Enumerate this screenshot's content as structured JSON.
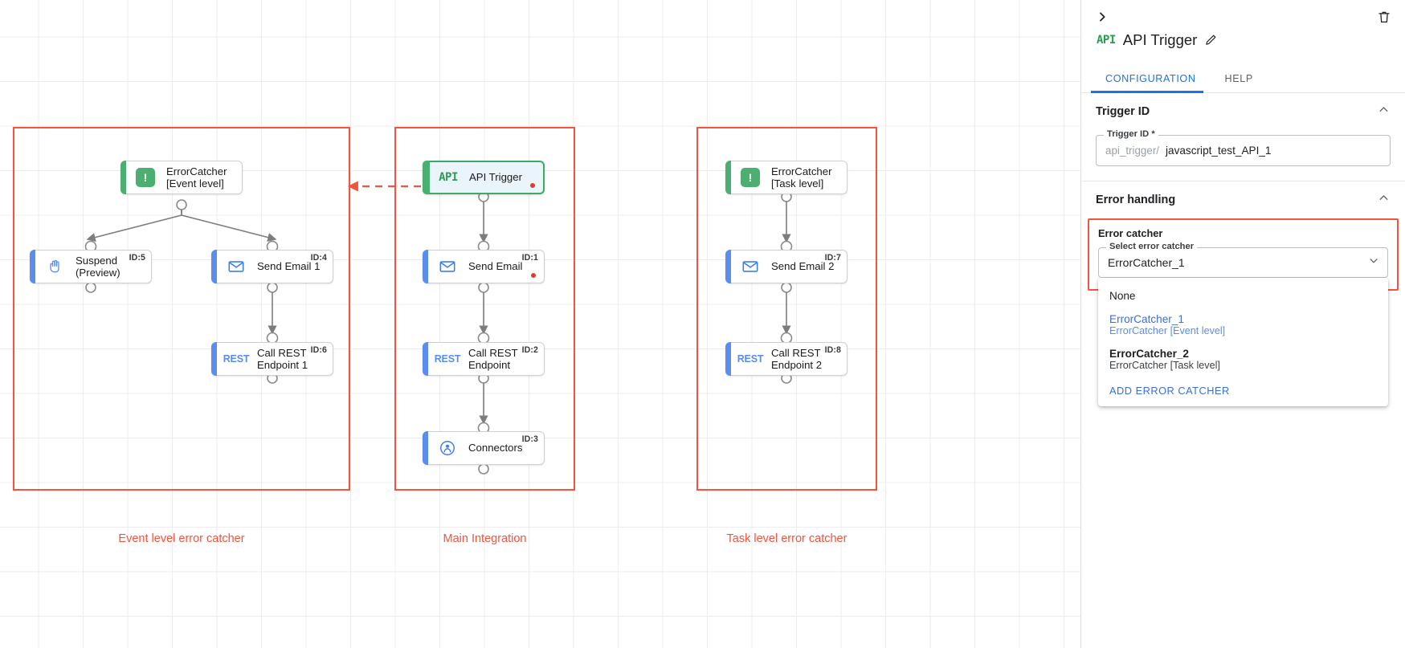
{
  "canvas": {
    "groups": [
      {
        "label": "Event level error catcher"
      },
      {
        "label": "Main Integration"
      },
      {
        "label": "Task level error catcher"
      }
    ],
    "nodes": [
      {
        "label": "ErrorCatcher\n[Event level]",
        "id": "",
        "icon": "error-catcher-icon"
      },
      {
        "label": "Suspend\n(Preview)",
        "id": "ID:5",
        "icon": "hand-icon"
      },
      {
        "label": "Send Email 1",
        "id": "ID:4",
        "icon": "envelope-icon"
      },
      {
        "label": "Call REST\nEndpoint 1",
        "id": "ID:6",
        "icon": "rest-icon"
      },
      {
        "label": "API Trigger",
        "id": "",
        "icon": "api-icon"
      },
      {
        "label": "Send Email",
        "id": "ID:1",
        "icon": "envelope-icon"
      },
      {
        "label": "Call REST\nEndpoint",
        "id": "ID:2",
        "icon": "rest-icon"
      },
      {
        "label": "Connectors",
        "id": "ID:3",
        "icon": "connectors-icon"
      },
      {
        "label": "ErrorCatcher\n[Task level]",
        "id": "",
        "icon": "error-catcher-icon"
      },
      {
        "label": "Send Email 2",
        "id": "ID:7",
        "icon": "envelope-icon"
      },
      {
        "label": "Call REST\nEndpoint 2",
        "id": "ID:8",
        "icon": "rest-icon"
      }
    ],
    "rest_icon_text": "REST",
    "api_icon_text": "API",
    "excl_icon_text": "!"
  },
  "panel": {
    "collapse_icon": "chevron-right-icon",
    "delete_icon": "trash-icon",
    "title": "API Trigger",
    "edit_icon": "pencil-icon",
    "title_icon_text": "API",
    "tabs": [
      {
        "label": "CONFIGURATION",
        "active": true
      },
      {
        "label": "HELP",
        "active": false
      }
    ],
    "trigger_id_section": {
      "heading": "Trigger ID",
      "field_legend": "Trigger ID *",
      "prefix": "api_trigger/",
      "value": "javascript_test_API_1"
    },
    "error_handling_section": {
      "heading": "Error handling",
      "box_title": "Error catcher",
      "select_legend": "Select error catcher",
      "selected_value": "ErrorCatcher_1",
      "menu": {
        "options": [
          {
            "line1": "None",
            "line2": "",
            "selected": false,
            "bold": false
          },
          {
            "line1": "ErrorCatcher_1",
            "line2": "ErrorCatcher [Event level]",
            "selected": true,
            "bold": false
          },
          {
            "line1": "ErrorCatcher_2",
            "line2": "ErrorCatcher [Task level]",
            "selected": false,
            "bold": true
          }
        ],
        "action_label": "ADD ERROR CATCHER"
      }
    }
  },
  "colors": {
    "group_red": "#f4533d",
    "accent_blue": "#5b8def",
    "accent_green": "#4caf72",
    "tab_blue": "#1a73e8",
    "link_blue": "#3d6fd6"
  }
}
